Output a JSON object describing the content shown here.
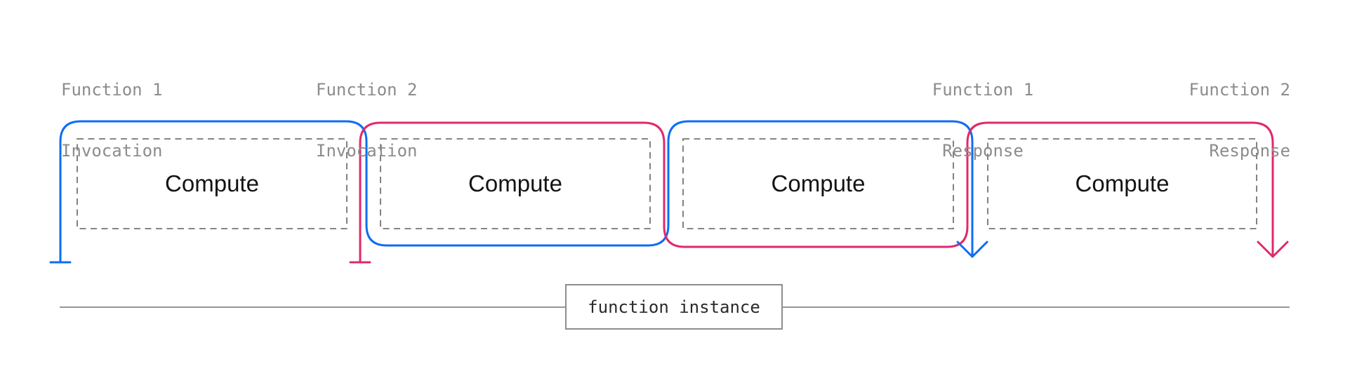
{
  "diagram": {
    "timeline_labels": [
      {
        "id": "function1-invocation",
        "line1": "Function 1",
        "line2": "Invocation"
      },
      {
        "id": "function2-invocation",
        "line1": "Function 2",
        "line2": "Invocation"
      },
      {
        "id": "function1-response",
        "line1": "Function 1",
        "line2": "Response"
      },
      {
        "id": "function2-response",
        "line1": "Function 2",
        "line2": "Response"
      }
    ],
    "compute_boxes": [
      {
        "label": "Compute"
      },
      {
        "label": "Compute"
      },
      {
        "label": "Compute"
      },
      {
        "label": "Compute"
      }
    ],
    "instance": {
      "label": "function instance"
    },
    "colors": {
      "function1_flow": "#0e6df2",
      "function2_flow": "#e0286d",
      "dashed_box": "#747474",
      "timeline_label_text": "#8c8c8c",
      "compute_text": "#141414",
      "instance_rail": "#979797",
      "instance_box_border": "#8d8d8d",
      "instance_text": "#2a2a2a"
    }
  }
}
